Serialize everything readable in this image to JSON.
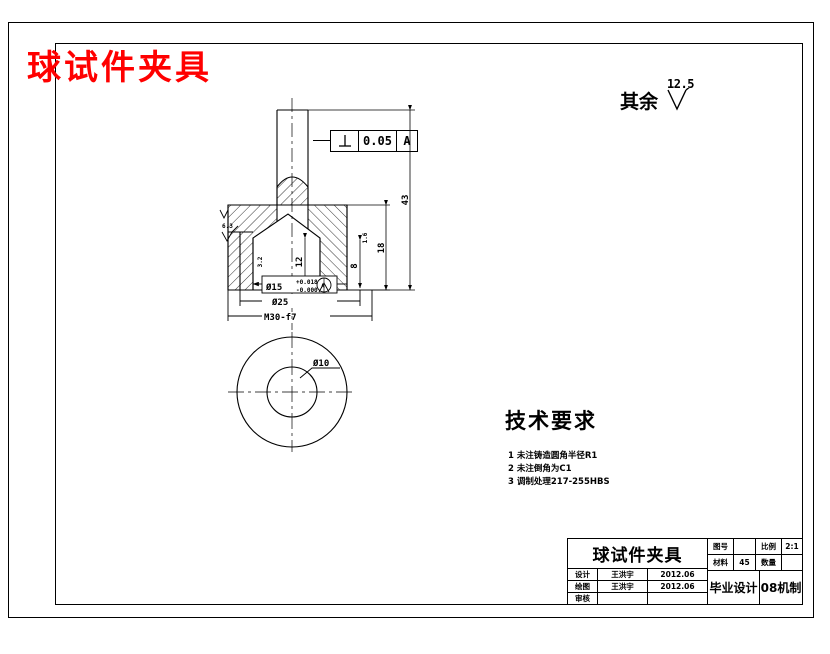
{
  "sheet": {
    "drawing_title_red": "球试件夹具",
    "general_roughness_label": "其余",
    "general_roughness_value": "12.5"
  },
  "geometric_tolerance": {
    "symbol": "perpendicularity",
    "value": "0.05",
    "datum": "A"
  },
  "technical_requirements": {
    "heading": "技术要求",
    "items": [
      "1 未注铸造圆角半径R1",
      "2 未注倒角为C1",
      "3 调制处理217-255HBS"
    ]
  },
  "dimensions": {
    "bore": "Ø15",
    "bore_tol_upper": "+0.018",
    "bore_tol_lower": "-0.000",
    "outer_dia": "Ø25",
    "thread": "M30-f7",
    "hole_dia": "Ø10",
    "height_total": "43",
    "height_flange": "18",
    "depth_12": "12",
    "depth_8": "8",
    "datum_label": "A",
    "rough_a": "6.3",
    "rough_b": "3.2",
    "rough_c": "1.6"
  },
  "title_block": {
    "part_name": "球试件夹具",
    "rows": [
      {
        "role": "设计",
        "name": "王洪宇",
        "date": "2012.06"
      },
      {
        "role": "绘图",
        "name": "王洪宇",
        "date": "2012.06"
      },
      {
        "role": "审核",
        "name": "",
        "date": ""
      }
    ],
    "drawing_no_label": "图号",
    "drawing_no_value": "",
    "scale_label": "比例",
    "scale_value": "2:1",
    "material_label": "材料",
    "material_value": "45",
    "quantity_label": "数量",
    "quantity_value": "",
    "project": "毕业设计",
    "class": "08机制"
  },
  "colors": {
    "red": "#ff0000",
    "line": "#000000"
  }
}
